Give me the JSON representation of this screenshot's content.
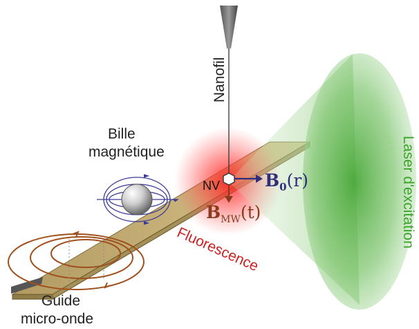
{
  "labels": {
    "nanofil": "Nanofil",
    "bille_line1": "Bille",
    "bille_line2": "magnétique",
    "nv": "NV",
    "b0_main": "B",
    "b0_sub": "0",
    "b0_arg": "(r)",
    "bmw_main": "B",
    "bmw_sub": "MW",
    "bmw_arg": "(t)",
    "fluorescence": "Fluorescence",
    "laser": "Laser d'excitation",
    "guide_line1": "Guide",
    "guide_line2": "micro-onde"
  },
  "colors": {
    "field_lines": "#3a3a9a",
    "b0": "#2e2e7a",
    "bmw": "#8b3a1a",
    "fluorescence": "#cc2222",
    "laser_text": "#3aa52a",
    "microwave_loops": "#a0501c"
  },
  "icons": [
    "nanowire-tip",
    "magnetic-bead",
    "nv-center",
    "microwave-stripline",
    "laser-cone"
  ]
}
